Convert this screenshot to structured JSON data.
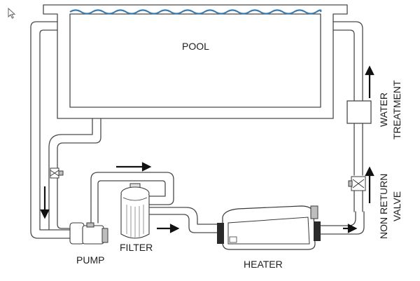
{
  "diagram": {
    "labels": {
      "pool": "POOL",
      "filter": "FILTER",
      "pump": "PUMP",
      "heater": "HEATER",
      "water_treatment_line1": "WATER",
      "water_treatment_line2": "TREATMENT",
      "non_return_valve_line1": "NON RETURN",
      "non_return_valve_line2": "VALVE"
    },
    "colors": {
      "water": "#3b7bb0",
      "pipe": "#4a4a4a",
      "arrow": "#111111"
    },
    "icons": {
      "cursor": "mouse-pointer-icon",
      "flow": "flow-arrow-icon"
    }
  }
}
